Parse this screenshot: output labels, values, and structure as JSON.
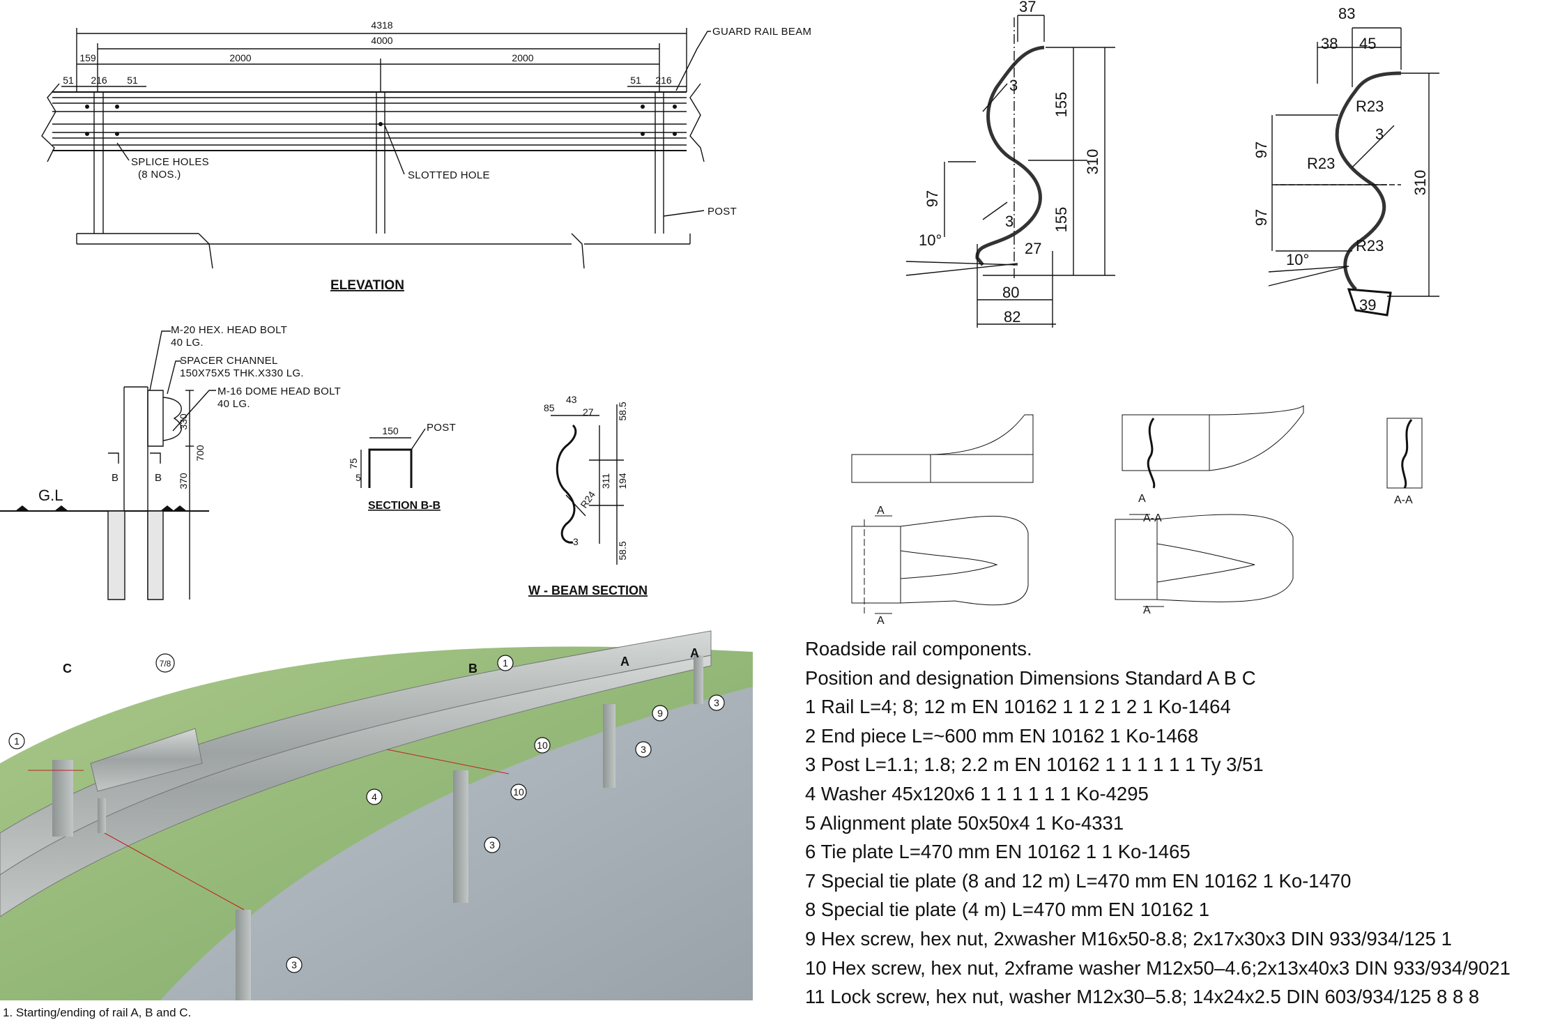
{
  "elevation": {
    "title": "ELEVATION",
    "dims": {
      "total": "4318",
      "inner": "4000",
      "left_offset": "159",
      "span_left": "2000",
      "span_right": "2000",
      "d51_left": "51",
      "d216_left": "216",
      "d51_left2": "51",
      "d51_right": "51",
      "d216_right": "216"
    },
    "labels": {
      "guard_rail_beam": "GUARD RAIL BEAM",
      "splice_holes": "SPLICE HOLES",
      "splice_nos": "(8 NOS.)",
      "slotted_hole": "SLOTTED HOLE",
      "post": "POST"
    }
  },
  "post_detail": {
    "labels": {
      "bolt_m20": "M-20 HEX. HEAD BOLT",
      "bolt_m20_len": "40 LG.",
      "spacer": "SPACER CHANNEL",
      "spacer_spec": "150X75X5 THK.X330 LG.",
      "bolt_m16": "M-16 DOME HEAD BOLT",
      "bolt_m16_len": "40 LG.",
      "gl": "G.L",
      "b1": "B",
      "b2": "B"
    },
    "dims": {
      "d330": "330",
      "d700": "700",
      "d370": "370"
    }
  },
  "section_bb": {
    "title": "SECTION B-B",
    "d150": "150",
    "d75": "75",
    "d5": "5",
    "post": "POST"
  },
  "wbeam": {
    "title": "W - BEAM SECTION",
    "d85": "85",
    "d43": "43",
    "d27": "27",
    "d585a": "58.5",
    "d585b": "58.5",
    "d194": "194",
    "d311": "311",
    "r24": "R24",
    "d3": "3"
  },
  "profile1": {
    "d37": "37",
    "d155a": "155",
    "d155b": "155",
    "d310": "310",
    "d97": "97",
    "d3a": "3",
    "d3b": "3",
    "d10": "10°",
    "d27": "27",
    "d80": "80",
    "d82": "82"
  },
  "profile2": {
    "d83": "83",
    "d38": "38",
    "d45": "45",
    "r23a": "R23",
    "r23b": "R23",
    "r23c": "R23",
    "d3": "3",
    "d97a": "97",
    "d97b": "97",
    "d310": "310",
    "d10": "10°",
    "d39": "39"
  },
  "end_piece": {
    "aa1": "A",
    "aa2": "A",
    "aa3": "A",
    "aa4": "A",
    "section1": "A-A",
    "section2": "A-A"
  },
  "photo": {
    "letters": {
      "a1": "A",
      "a2": "A",
      "b": "B",
      "c": "C"
    },
    "callouts": [
      "1",
      "7/8",
      "9",
      "3",
      "10",
      "3",
      "4",
      "10",
      "3",
      "3",
      "1"
    ]
  },
  "components": {
    "lines": [
      "Roadside rail components.",
      "Position and designation Dimensions Standard A B C",
      "1 Rail L=4; 8; 12 m EN 10162 1 1 2 1 2 1 Ko-1464",
      "2 End piece L=~600 mm EN 10162 1 Ko-1468",
      "3 Post L=1.1; 1.8; 2.2 m EN 10162 1 1 1 1 1 1 Ty 3/51",
      "4 Washer 45x120x6 1 1 1 1 1 1 Ko-4295",
      "5 Alignment plate 50x50x4 1 Ko-4331",
      "6 Tie plate L=470 mm EN 10162 1 1 Ko-1465",
      "7 Special tie plate (8 and 12 m) L=470 mm EN 10162 1 Ko-1470",
      "8 Special tie plate (4 m) L=470 mm EN 10162 1",
      "9 Hex screw, hex nut, 2xwasher M16x50-8.8; 2x17x30x3 DIN 933/934/125 1",
      "10 Hex screw, hex nut, 2xframe washer M12x50–4.6;2x13x40x3 DIN 933/934/9021",
      "11 Lock screw, hex nut, washer M12x30–5.8; 14x24x2.5 DIN 603/934/125 8 8 8"
    ]
  },
  "caption": "1. Starting/ending of rail A, B and C."
}
